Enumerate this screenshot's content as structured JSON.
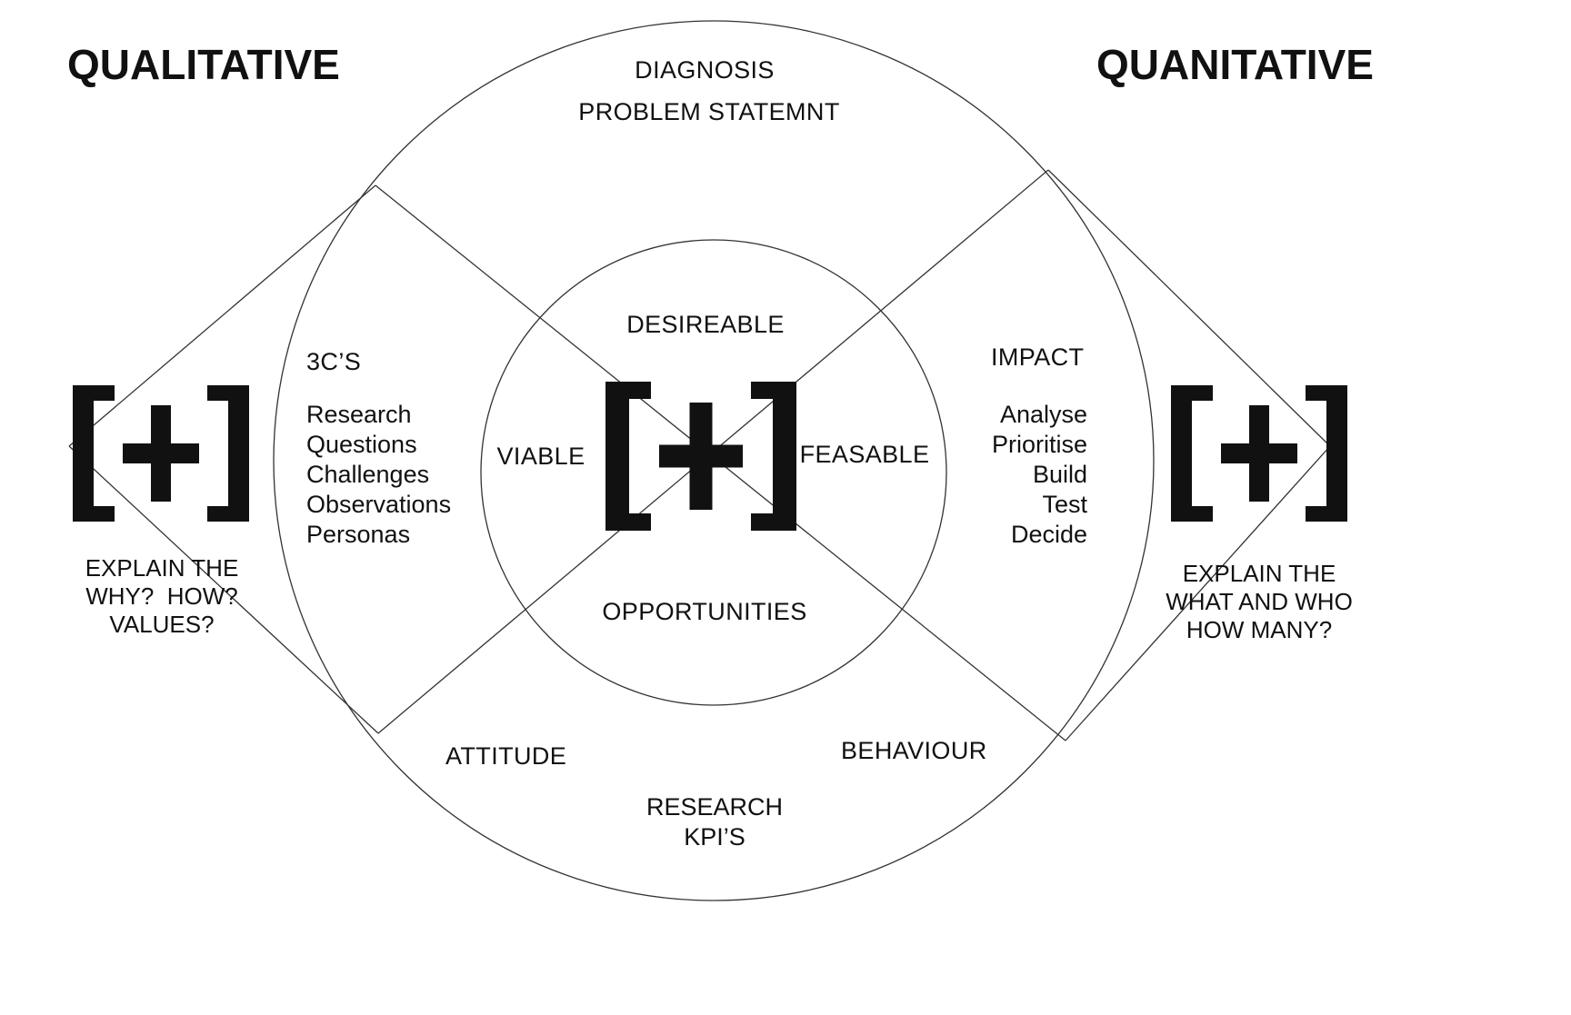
{
  "headings": {
    "left": "QUALITATIVE",
    "right": "QUANITATIVE"
  },
  "outer_top": {
    "line1": "DIAGNOSIS",
    "line2": "PROBLEM STATEMNT"
  },
  "inner_circle": {
    "top": "DESIREABLE",
    "left": "VIABLE",
    "right": "FEASABLE",
    "bottom": "OPPORTUNITIES"
  },
  "left_quadrant": {
    "title": "3C’S",
    "items": [
      "Research",
      "Questions",
      "Challenges",
      "Observations",
      "Personas"
    ]
  },
  "right_quadrant": {
    "title": "IMPACT",
    "items": [
      "Analyse",
      "Prioritise",
      "Build",
      "Test",
      "Decide"
    ]
  },
  "outer_bottom": {
    "left": "ATTITUDE",
    "right": "BEHAVIOUR",
    "center": [
      "RESEARCH",
      "KPI’S"
    ]
  },
  "left_caption": [
    "EXPLAIN THE",
    "WHY?  HOW?",
    "VALUES?"
  ],
  "right_caption": [
    "EXPLAIN THE",
    "WHAT AND WHO",
    "HOW MANY?"
  ],
  "icons": {
    "left": "plus-in-brackets",
    "center": "plus-in-brackets",
    "right": "plus-in-brackets"
  },
  "colors": {
    "ink": "#111111",
    "line": "#333333",
    "background": "#ffffff"
  }
}
